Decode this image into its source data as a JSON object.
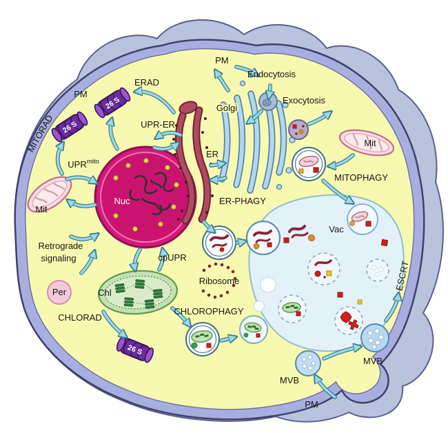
{
  "diagram": {
    "membrane_labels": {
      "pm_top_left": "PM",
      "pm_top": "PM",
      "pm_bottom": "PM"
    },
    "organelles": {
      "nucleus": "Nuc",
      "er": "ER",
      "golgi": "Golgi",
      "mito_left": "Mit",
      "mito_right": "Mit",
      "chloroplast": "Chl",
      "peroxisome": "Per",
      "vacuole": "Vac",
      "ribosome": "Ribosome",
      "mvb_right": "MVB",
      "mvb_bottom": "MVB",
      "proteasome_top": "26 S",
      "proteasome_left": "26 S",
      "proteasome_bottom": "26 S"
    },
    "pathways": {
      "erad": "ERAD",
      "mitorad": "MITORAD",
      "chlorad": "CHLORAD",
      "upr_er": "UPR-ER",
      "upr_mito_base": "UPR",
      "upr_mito_sup": "mito",
      "cpupr": "cpUPR",
      "er_phagy": "ER-PHAGY",
      "mitophagy": "MITOPHAGY",
      "chlorophagy": "CHLOROPHAGY",
      "retrograde_line1": "Retrograde",
      "retrograde_line2": "signaling",
      "endocytosis": "Endocytosis",
      "exocytosis": "Exocytosis",
      "escrt": "ESCRT"
    },
    "colors": {
      "cell_wall": "#bac3de",
      "membrane": "#a9aee0",
      "membrane_outline": "#3f4169",
      "cytoplasm": "#f8f9b0",
      "nucleus": "#d4187c",
      "nucleus_rim": "#8e0f55",
      "er": "#b04a62",
      "er_outline": "#6e2238",
      "golgi": "#b3d7ee",
      "golgi_outline": "#4a80a8",
      "mitochondrion": "#f8dde2",
      "mitochondrion_outline": "#c06f85",
      "chloroplast": "#c4e0b4",
      "chloroplast_outline": "#5d9a4d",
      "thylakoid": "#2e7d3a",
      "peroxisome": "#f5c9d9",
      "vacuole": "#e3f1f8",
      "vacuole_outline": "#8fbcd0",
      "proteasome": "#6a2d9e",
      "arrow": "#9fd8e2",
      "arrow_outline": "#2e7d95",
      "cargo_red": "#cf1f1f",
      "cargo_yellow": "#e8c52a",
      "cargo_orange": "#e08a2a",
      "cargo_green": "#3aa04a"
    }
  }
}
